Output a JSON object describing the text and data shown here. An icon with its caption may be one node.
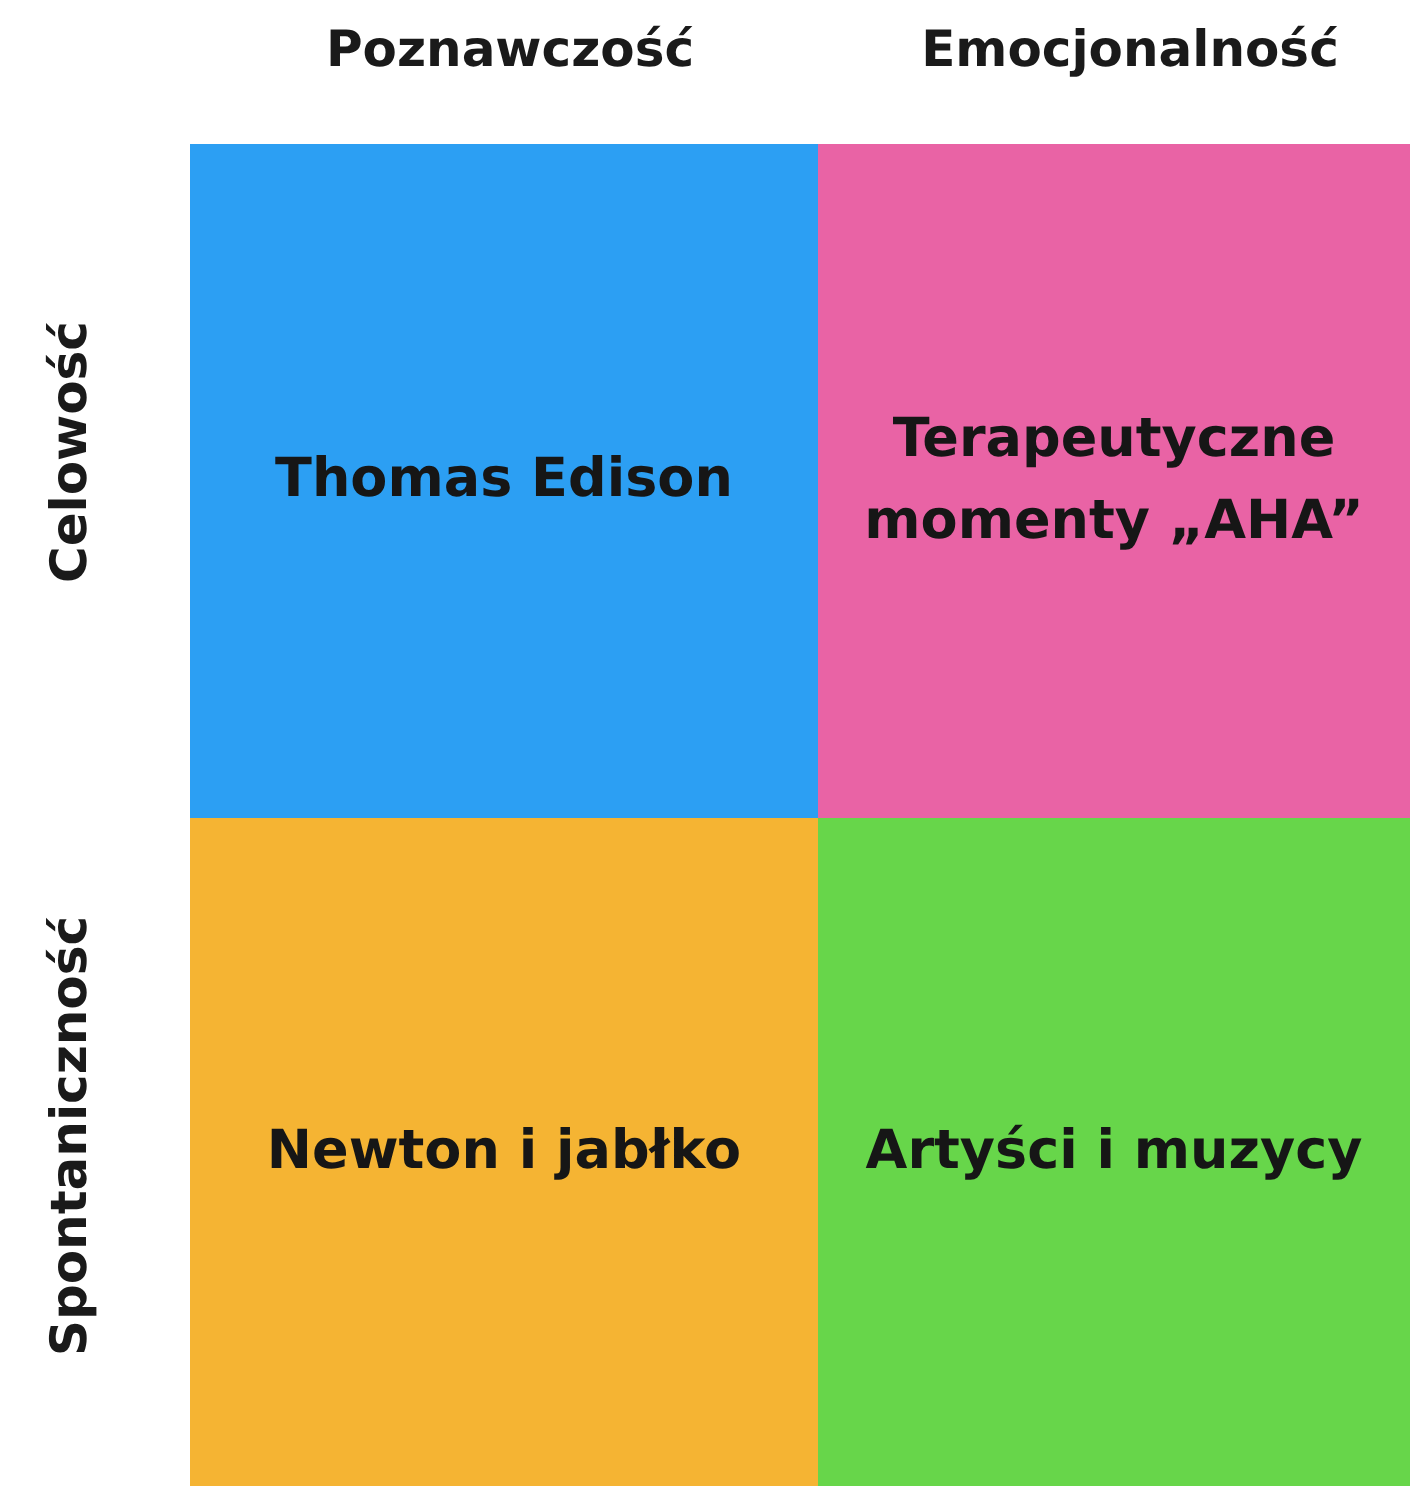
{
  "diagram": {
    "nodes": [
      {
        "text": [
          "Thomas Edison"
        ]
      },
      {
        "text": [
          "Terapeutyczne momenty „AHA”"
        ]
      },
      {
        "text": [
          "Newton i jabłko"
        ]
      },
      {
        "text": [
          "Artyści i muzycy"
        ]
      }
    ],
    "labels": [
      "Poznawczość",
      "Emocjonalność",
      "Celowość",
      "Spontaniczność"
    ]
  }
}
